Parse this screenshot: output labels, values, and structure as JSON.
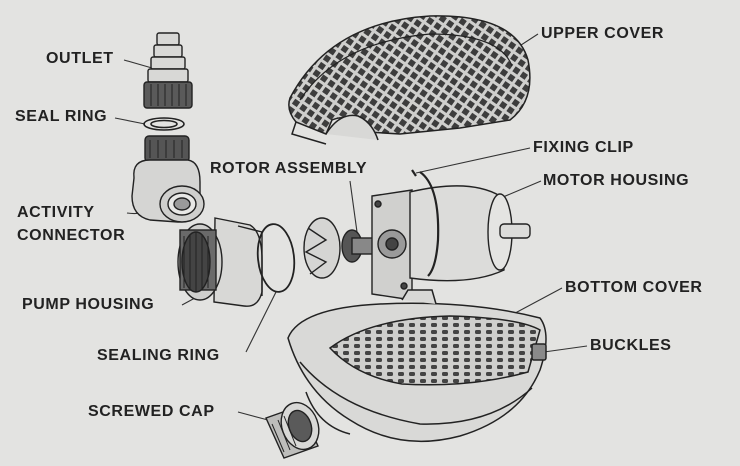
{
  "labels": {
    "outlet": "OUTLET",
    "seal_ring": "SEAL RING",
    "activity": "ACTIVITY",
    "connector": "CONNECTOR",
    "pump_housing": "PUMP HOUSING",
    "sealing_ring": "SEALING RING",
    "screwed_cap": "SCREWED CAP",
    "rotor_assembly": "ROTOR ASSEMBLY",
    "upper_cover": "UPPER COVER",
    "fixing_clip": "FIXING CLIP",
    "motor_housing": "MOTOR HOUSING",
    "bottom_cover": "BOTTOM COVER",
    "buckles": "BUCKLES"
  },
  "colors": {
    "paper": "#e3e3e1",
    "ink": "#222222",
    "part_fill": "#d8d8d6",
    "dark_fill": "#4a4a4a"
  }
}
